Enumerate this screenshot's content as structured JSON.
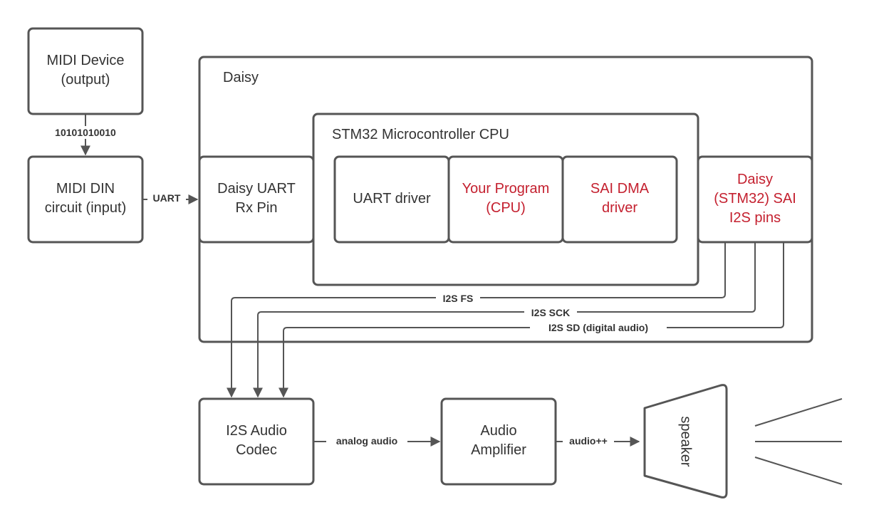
{
  "nodes": {
    "midi_device": [
      "MIDI Device",
      "(output)"
    ],
    "midi_din": [
      "MIDI DIN",
      "circuit (input)"
    ],
    "daisy": "Daisy",
    "stm32": "STM32 Microcontroller CPU",
    "daisy_uart": [
      "Daisy UART",
      "Rx Pin"
    ],
    "uart_driver": "UART driver",
    "your_program": [
      "Your Program",
      "(CPU)"
    ],
    "sai_dma": [
      "SAI DMA",
      "driver"
    ],
    "sai_pins": [
      "Daisy",
      "(STM32) SAI",
      "I2S pins"
    ],
    "codec": [
      "I2S Audio",
      "Codec"
    ],
    "amplifier": [
      "Audio",
      "Amplifier"
    ],
    "speaker": "speaker"
  },
  "edges": {
    "midi_bits": "10101010010",
    "uart": "UART",
    "i2s_fs": "I2S FS",
    "i2s_sck": "I2S SCK",
    "i2s_sd": "I2S SD (digital audio)",
    "analog_audio": "analog audio",
    "audio_plus": "audio++"
  },
  "colors": {
    "stroke": "#555555",
    "text": "#333333",
    "highlight": "#c4202f"
  }
}
